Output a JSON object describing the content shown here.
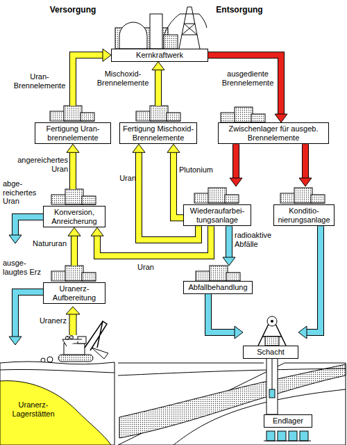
{
  "diagram": {
    "nodes": [
      {
        "text": [
          "Kernkraftwerk"
        ]
      },
      {
        "text": [
          "Fertigung Uran-brennelemente"
        ]
      },
      {
        "text": [
          "Fertigung Mischoxid-Brennelemente"
        ]
      },
      {
        "text": [
          "Zwischenlager für ausgeb. Brennelemente"
        ]
      },
      {
        "text": [
          "Konversion, Anreicherung"
        ]
      },
      {
        "text": [
          "Wiederaufarbei-tungsanlage"
        ]
      },
      {
        "text": [
          "Konditio-nierungsanlage"
        ]
      },
      {
        "text": [
          "Uranerz-Aufbereitung"
        ]
      },
      {
        "text": [
          "Abfallbehandlung"
        ]
      },
      {
        "text": [
          "Schacht"
        ]
      },
      {
        "text": [
          "Endlager"
        ]
      }
    ],
    "edges": [
      {
        "from": 1,
        "to": 0,
        "label": "Uran-Brennelemente",
        "arrow": "to"
      },
      {
        "from": 2,
        "to": 0,
        "label": "Mischoxid-Brennelemente",
        "arrow": "to"
      },
      {
        "from": 0,
        "to": 3,
        "label": "ausgediente Brennelemente",
        "arrow": "to"
      },
      {
        "from": 3,
        "to": 5,
        "arrow": "to"
      },
      {
        "from": 3,
        "to": 6,
        "arrow": "to"
      },
      {
        "from": 4,
        "to": 1,
        "label": "angereichertes Uran",
        "arrow": "to"
      },
      {
        "from": 7,
        "to": 4,
        "label": "Natururan",
        "arrow": "to"
      },
      {
        "from": 5,
        "to": 2,
        "label": "Uran",
        "arrow": "to"
      },
      {
        "from": 5,
        "to": 2,
        "label": "Plutonium",
        "arrow": "to"
      },
      {
        "from": 5,
        "to": 4,
        "label": "Uran",
        "arrow": "to"
      },
      {
        "from": 5,
        "to": 8,
        "label": "radioaktive Abfälle",
        "arrow": "to"
      },
      {
        "from": 8,
        "to": 9,
        "arrow": "to"
      },
      {
        "from": 6,
        "to": 9,
        "arrow": "to"
      }
    ],
    "labels": [
      "Versorgung",
      "Entsorgung",
      "abge-reichertes Uran",
      "ausge-laugtes Erz",
      "Uranerz",
      "Uranerz-Lagerstätten"
    ]
  }
}
